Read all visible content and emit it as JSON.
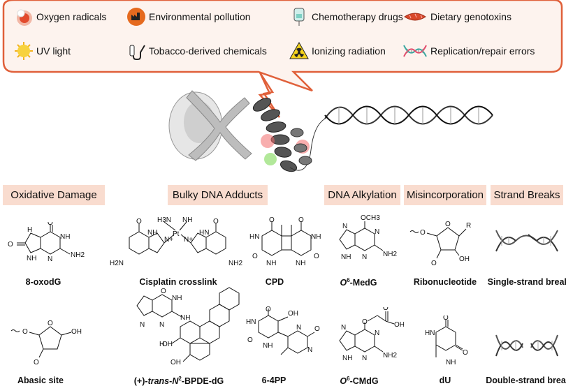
{
  "sources": [
    {
      "label": "Oxygen radicals",
      "icon": "oxygen-radical-icon"
    },
    {
      "label": "Environmental pollution",
      "icon": "factory-pollution-icon"
    },
    {
      "label": "Chemotherapy drugs",
      "icon": "iv-bag-icon"
    },
    {
      "label": "Dietary genotoxins",
      "icon": "sausage-icon"
    },
    {
      "label": "UV light",
      "icon": "sun-icon"
    },
    {
      "label": "Tobacco-derived chemicals",
      "icon": "pipe-icon"
    },
    {
      "label": "Ionizing radiation",
      "icon": "radiation-icon"
    },
    {
      "label": "Replication/repair errors",
      "icon": "dna-helix-icon"
    }
  ],
  "categories": [
    {
      "label": "Oxidative Damage"
    },
    {
      "label": "Bulky DNA Adducts"
    },
    {
      "label": "DNA Alkylation"
    },
    {
      "label": "Misincorporation"
    },
    {
      "label": "Strand Breaks"
    }
  ],
  "lesions": {
    "oxodg": "8-oxodG",
    "cisplatin": "Cisplatin crosslink",
    "cpd": "CPD",
    "o6medg_pre": "O",
    "o6medg_sup": "6",
    "o6medg_post": "-MedG",
    "ribo": "Ribonucleotide",
    "ssb": "Single-strand break",
    "abasic": "Abasic site",
    "bpde_pre": "(+)-",
    "bpde_trans": "trans",
    "bpde_dash": "-",
    "bpde_n": "N",
    "bpde_sup": "2",
    "bpde_post": "-BPDE-dG",
    "pp64": "6-4PP",
    "o6cmdg_pre": "O",
    "o6cmdg_sup": "6",
    "o6cmdg_post": "-CMdG",
    "du": "dU",
    "dsb": "Double-strand break"
  },
  "atoms": {
    "o": "O",
    "n": "N",
    "h": "H",
    "nh": "NH",
    "hn": "HN",
    "nh2": "NH2",
    "h2n": "H2N",
    "h3n": "H3N",
    "pt": "Pt",
    "plus": "+",
    "oh": "OH",
    "och3": "OCH3",
    "r": "R",
    "n_plus": "N+"
  }
}
